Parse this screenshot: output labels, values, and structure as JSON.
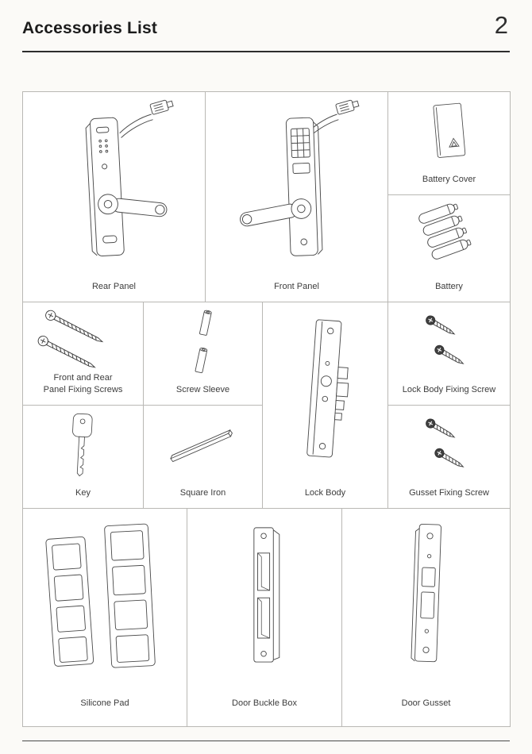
{
  "header": {
    "title": "Accessories List",
    "page_number": "2"
  },
  "items": {
    "rear_panel": {
      "label": "Rear Panel",
      "illustration": "rear-panel-line-drawing"
    },
    "front_panel": {
      "label": "Front Panel",
      "illustration": "front-panel-line-drawing"
    },
    "battery_cover": {
      "label": "Battery Cover",
      "illustration": "battery-cover-line-drawing"
    },
    "battery": {
      "label": "Battery",
      "illustration": "battery-cells-line-drawing"
    },
    "panel_fixing_screws": {
      "label": "Front and Rear\nPanel Fixing Screws",
      "illustration": "two-long-screws-line-drawing"
    },
    "screw_sleeve": {
      "label": "Screw Sleeve",
      "illustration": "two-cylinder-sleeves-line-drawing"
    },
    "lock_body": {
      "label": "Lock Body",
      "illustration": "mortise-lock-body-line-drawing"
    },
    "lock_body_fixing_screw": {
      "label": "Lock Body Fixing Screw",
      "illustration": "two-short-screws-line-drawing"
    },
    "key": {
      "label": "Key",
      "illustration": "mechanical-key-line-drawing"
    },
    "square_iron": {
      "label": "Square Iron",
      "illustration": "square-spindle-rod-line-drawing"
    },
    "gusset_fixing_screw": {
      "label": "Gusset Fixing Screw",
      "illustration": "two-short-screws-line-drawing"
    },
    "silicone_pad": {
      "label": "Silicone Pad",
      "illustration": "two-gasket-frames-line-drawing"
    },
    "door_buckle_box": {
      "label": "Door Buckle Box",
      "illustration": "strike-box-line-drawing"
    },
    "door_gusset": {
      "label": "Door Gusset",
      "illustration": "strike-plate-line-drawing"
    }
  },
  "colors": {
    "table_border": "#b9b8b4",
    "heading_text": "#1c1c1c",
    "label_text": "#3c3c3c",
    "line_art": "#4b4b4b"
  }
}
